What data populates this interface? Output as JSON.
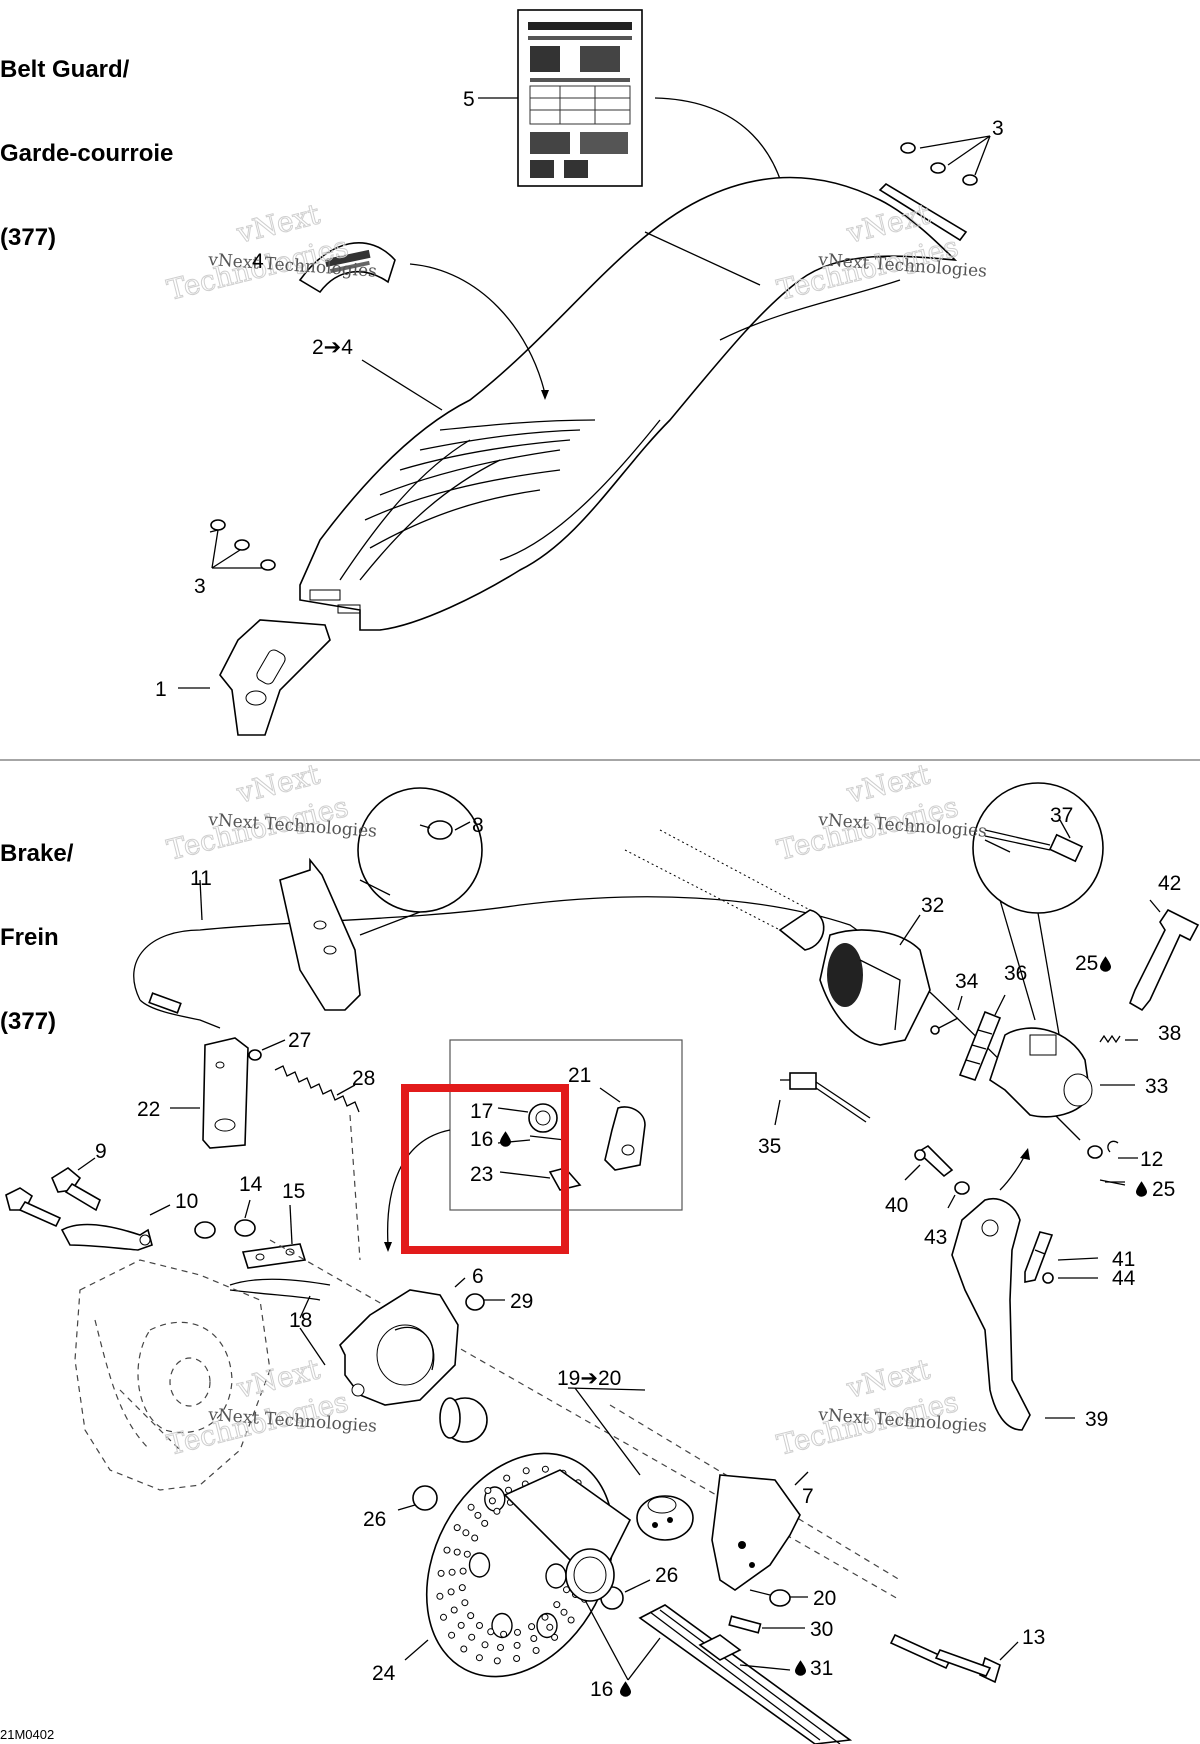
{
  "sections": {
    "belt_guard": {
      "title_lines": [
        "Belt Guard/",
        "Garde-courroie",
        "(377)"
      ]
    },
    "brake": {
      "title_lines": [
        "Brake/",
        "Frein",
        "(377)"
      ]
    }
  },
  "watermark": {
    "line1": "vNext",
    "line2": "Technologies",
    "combined": "vNext Technologies"
  },
  "callouts": {
    "c5": "5",
    "c3a": "3",
    "c4": "4",
    "c2to4": "2➔4",
    "c3b": "3",
    "c1": "1",
    "c8": "8",
    "c37": "37",
    "c42": "42",
    "c11": "11",
    "c32": "32",
    "c34": "34",
    "c36": "36",
    "c25a": "25",
    "c38": "38",
    "c33": "33",
    "c27": "27",
    "c22": "22",
    "c28": "28",
    "c21": "21",
    "c17": "17",
    "c16a": "16",
    "c23": "23",
    "c35": "35",
    "c12": "12",
    "c25b": "25",
    "c9": "9",
    "c10": "10",
    "c14": "14",
    "c15": "15",
    "c40": "40",
    "c43": "43",
    "c41": "41",
    "c44": "44",
    "c6": "6",
    "c29": "29",
    "c18": "18",
    "c19to20": "19➔20",
    "c39": "39",
    "c26a": "26",
    "c7": "7",
    "c26b": "26",
    "c20": "20",
    "c30": "30",
    "c13": "13",
    "c31": "31",
    "c24": "24",
    "c16b": "16"
  },
  "highlight": {
    "color": "#e21b1b"
  },
  "figure_code": "21M0402",
  "icons": {
    "lubricant": "oil-drop-icon"
  }
}
